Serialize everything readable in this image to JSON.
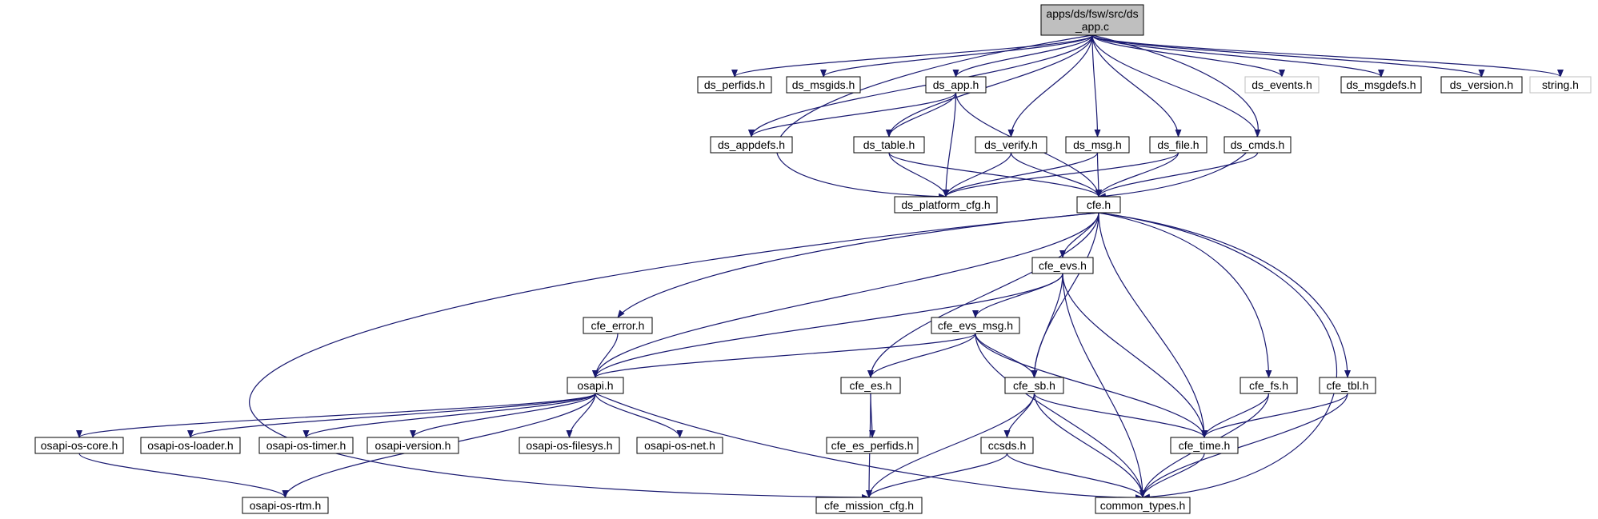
{
  "colors": {
    "edge": "#191970",
    "root_fill": "#bfbfbf",
    "external_border": "#bfbfbf",
    "node_border": "#000000"
  },
  "nodes": [
    {
      "id": "ds_app_c",
      "lines": [
        "apps/ds/fsw/src/ds",
        "_app.c"
      ]
    },
    {
      "id": "ds_perfids_h",
      "lines": [
        "ds_perfids.h"
      ]
    },
    {
      "id": "ds_msgids_h",
      "lines": [
        "ds_msgids.h"
      ]
    },
    {
      "id": "ds_app_h",
      "lines": [
        "ds_app.h"
      ]
    },
    {
      "id": "ds_events_h",
      "lines": [
        "ds_events.h"
      ]
    },
    {
      "id": "ds_msgdefs_h",
      "lines": [
        "ds_msgdefs.h"
      ]
    },
    {
      "id": "ds_version_h",
      "lines": [
        "ds_version.h"
      ]
    },
    {
      "id": "string_h",
      "lines": [
        "string.h"
      ]
    },
    {
      "id": "ds_appdefs_h",
      "lines": [
        "ds_appdefs.h"
      ]
    },
    {
      "id": "ds_table_h",
      "lines": [
        "ds_table.h"
      ]
    },
    {
      "id": "ds_verify_h",
      "lines": [
        "ds_verify.h"
      ]
    },
    {
      "id": "ds_msg_h",
      "lines": [
        "ds_msg.h"
      ]
    },
    {
      "id": "ds_file_h",
      "lines": [
        "ds_file.h"
      ]
    },
    {
      "id": "ds_cmds_h",
      "lines": [
        "ds_cmds.h"
      ]
    },
    {
      "id": "ds_platform_cfg_h",
      "lines": [
        "ds_platform_cfg.h"
      ]
    },
    {
      "id": "cfe_h",
      "lines": [
        "cfe.h"
      ]
    },
    {
      "id": "cfe_evs_h",
      "lines": [
        "cfe_evs.h"
      ]
    },
    {
      "id": "cfe_error_h",
      "lines": [
        "cfe_error.h"
      ]
    },
    {
      "id": "cfe_evs_msg_h",
      "lines": [
        "cfe_evs_msg.h"
      ]
    },
    {
      "id": "osapi_h",
      "lines": [
        "osapi.h"
      ]
    },
    {
      "id": "cfe_es_h",
      "lines": [
        "cfe_es.h"
      ]
    },
    {
      "id": "cfe_sb_h",
      "lines": [
        "cfe_sb.h"
      ]
    },
    {
      "id": "cfe_fs_h",
      "lines": [
        "cfe_fs.h"
      ]
    },
    {
      "id": "cfe_tbl_h",
      "lines": [
        "cfe_tbl.h"
      ]
    },
    {
      "id": "osapi_os_core_h",
      "lines": [
        "osapi-os-core.h"
      ]
    },
    {
      "id": "osapi_os_loader_h",
      "lines": [
        "osapi-os-loader.h"
      ]
    },
    {
      "id": "osapi_os_timer_h",
      "lines": [
        "osapi-os-timer.h"
      ]
    },
    {
      "id": "osapi_version_h",
      "lines": [
        "osapi-version.h"
      ]
    },
    {
      "id": "osapi_os_filesys_h",
      "lines": [
        "osapi-os-filesys.h"
      ]
    },
    {
      "id": "osapi_os_net_h",
      "lines": [
        "osapi-os-net.h"
      ]
    },
    {
      "id": "cfe_es_perfids_h",
      "lines": [
        "cfe_es_perfids.h"
      ]
    },
    {
      "id": "ccsds_h",
      "lines": [
        "ccsds.h"
      ]
    },
    {
      "id": "cfe_time_h",
      "lines": [
        "cfe_time.h"
      ]
    },
    {
      "id": "osapi_os_rtm_h",
      "lines": [
        "osapi-os-rtm.h"
      ]
    },
    {
      "id": "cfe_mission_cfg_h",
      "lines": [
        "cfe_mission_cfg.h"
      ]
    },
    {
      "id": "common_types_h",
      "lines": [
        "common_types.h"
      ]
    }
  ],
  "edges": [
    [
      "ds_app_c",
      "ds_perfids_h"
    ],
    [
      "ds_app_c",
      "ds_msgids_h"
    ],
    [
      "ds_app_c",
      "ds_app_h"
    ],
    [
      "ds_app_c",
      "ds_events_h"
    ],
    [
      "ds_app_c",
      "ds_msgdefs_h"
    ],
    [
      "ds_app_c",
      "ds_version_h"
    ],
    [
      "ds_app_c",
      "string_h"
    ],
    [
      "ds_app_c",
      "ds_appdefs_h"
    ],
    [
      "ds_app_c",
      "ds_table_h"
    ],
    [
      "ds_app_c",
      "ds_verify_h"
    ],
    [
      "ds_app_c",
      "ds_msg_h"
    ],
    [
      "ds_app_c",
      "ds_file_h"
    ],
    [
      "ds_app_c",
      "ds_cmds_h"
    ],
    [
      "ds_app_c",
      "ds_platform_cfg_h"
    ],
    [
      "ds_app_c",
      "cfe_h"
    ],
    [
      "ds_app_h",
      "ds_appdefs_h"
    ],
    [
      "ds_app_h",
      "ds_table_h"
    ],
    [
      "ds_app_h",
      "ds_platform_cfg_h"
    ],
    [
      "ds_app_h",
      "cfe_h"
    ],
    [
      "ds_table_h",
      "ds_platform_cfg_h"
    ],
    [
      "ds_table_h",
      "cfe_h"
    ],
    [
      "ds_verify_h",
      "ds_platform_cfg_h"
    ],
    [
      "ds_verify_h",
      "cfe_h"
    ],
    [
      "ds_msg_h",
      "ds_platform_cfg_h"
    ],
    [
      "ds_msg_h",
      "cfe_h"
    ],
    [
      "ds_file_h",
      "ds_platform_cfg_h"
    ],
    [
      "ds_file_h",
      "cfe_h"
    ],
    [
      "ds_cmds_h",
      "cfe_h"
    ],
    [
      "cfe_h",
      "cfe_evs_h"
    ],
    [
      "cfe_h",
      "cfe_error_h"
    ],
    [
      "cfe_h",
      "osapi_h"
    ],
    [
      "cfe_h",
      "cfe_es_h"
    ],
    [
      "cfe_h",
      "cfe_sb_h"
    ],
    [
      "cfe_h",
      "cfe_fs_h"
    ],
    [
      "cfe_h",
      "cfe_tbl_h"
    ],
    [
      "cfe_h",
      "cfe_time_h"
    ],
    [
      "cfe_h",
      "common_types_h"
    ],
    [
      "cfe_h",
      "cfe_mission_cfg_h"
    ],
    [
      "cfe_evs_h",
      "cfe_evs_msg_h"
    ],
    [
      "cfe_evs_h",
      "osapi_h"
    ],
    [
      "cfe_evs_h",
      "cfe_sb_h"
    ],
    [
      "cfe_evs_h",
      "cfe_time_h"
    ],
    [
      "cfe_evs_h",
      "common_types_h"
    ],
    [
      "cfe_error_h",
      "osapi_h"
    ],
    [
      "cfe_evs_msg_h",
      "osapi_h"
    ],
    [
      "cfe_evs_msg_h",
      "cfe_es_h"
    ],
    [
      "cfe_evs_msg_h",
      "cfe_sb_h"
    ],
    [
      "cfe_evs_msg_h",
      "cfe_time_h"
    ],
    [
      "cfe_evs_msg_h",
      "common_types_h"
    ],
    [
      "osapi_h",
      "osapi_os_core_h"
    ],
    [
      "osapi_h",
      "osapi_os_loader_h"
    ],
    [
      "osapi_h",
      "osapi_os_timer_h"
    ],
    [
      "osapi_h",
      "osapi_version_h"
    ],
    [
      "osapi_h",
      "osapi_os_filesys_h"
    ],
    [
      "osapi_h",
      "osapi_os_net_h"
    ],
    [
      "osapi_h",
      "osapi_os_rtm_h"
    ],
    [
      "osapi_h",
      "common_types_h"
    ],
    [
      "osapi_os_core_h",
      "osapi_os_rtm_h"
    ],
    [
      "cfe_es_h",
      "cfe_es_perfids_h"
    ],
    [
      "cfe_es_h",
      "cfe_mission_cfg_h"
    ],
    [
      "cfe_sb_h",
      "ccsds_h"
    ],
    [
      "cfe_sb_h",
      "cfe_time_h"
    ],
    [
      "cfe_sb_h",
      "cfe_mission_cfg_h"
    ],
    [
      "cfe_sb_h",
      "common_types_h"
    ],
    [
      "ccsds_h",
      "cfe_mission_cfg_h"
    ],
    [
      "ccsds_h",
      "common_types_h"
    ],
    [
      "cfe_fs_h",
      "cfe_time_h"
    ],
    [
      "cfe_fs_h",
      "common_types_h"
    ],
    [
      "cfe_tbl_h",
      "cfe_time_h"
    ],
    [
      "cfe_tbl_h",
      "common_types_h"
    ],
    [
      "cfe_time_h",
      "common_types_h"
    ]
  ]
}
